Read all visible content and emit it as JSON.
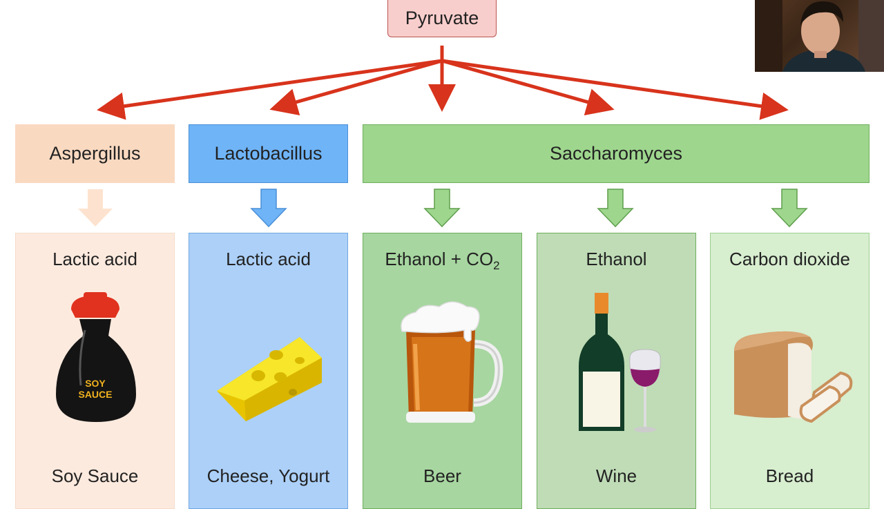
{
  "root": {
    "label": "Pyruvate"
  },
  "organisms": [
    {
      "id": "aspergillus",
      "label": "Aspergillus"
    },
    {
      "id": "lactobacillus",
      "label": "Lactobacillus"
    },
    {
      "id": "saccharomyces",
      "label": "Saccharomyces"
    }
  ],
  "columns": [
    {
      "product": "Lactic acid",
      "food": "Soy Sauce",
      "icon": "soy-sauce-bottle-icon",
      "logo_text": [
        "SOY",
        "SAUCE"
      ]
    },
    {
      "product": "Lactic acid",
      "food": "Cheese, Yogurt",
      "icon": "cheese-icon"
    },
    {
      "product": "Ethanol + CO",
      "product_sub": "2",
      "food": "Beer",
      "icon": "beer-mug-icon"
    },
    {
      "product": "Ethanol",
      "food": "Wine",
      "icon": "wine-bottle-glass-icon"
    },
    {
      "product": "Carbon dioxide",
      "food": "Bread",
      "icon": "bread-icon"
    }
  ],
  "colors": {
    "arrow_red": "#d8331c",
    "aspergillus": "#fad9c1",
    "lactobacillus": "#6fb4f7",
    "saccharomyces": "#9ed68e",
    "pyruvate": "#f8cecc"
  }
}
